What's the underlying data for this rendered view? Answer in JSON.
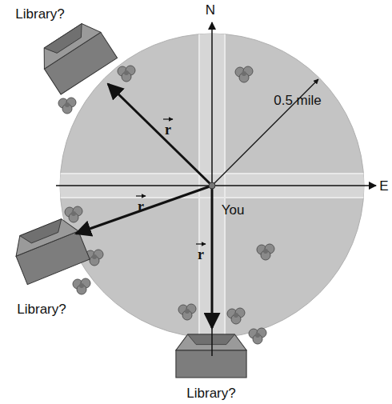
{
  "diagram": {
    "labels": [
      "N",
      "E",
      "Library?",
      "0.5 mile",
      "r",
      "r",
      "You",
      "r",
      "Library?",
      "Library?"
    ]
  }
}
